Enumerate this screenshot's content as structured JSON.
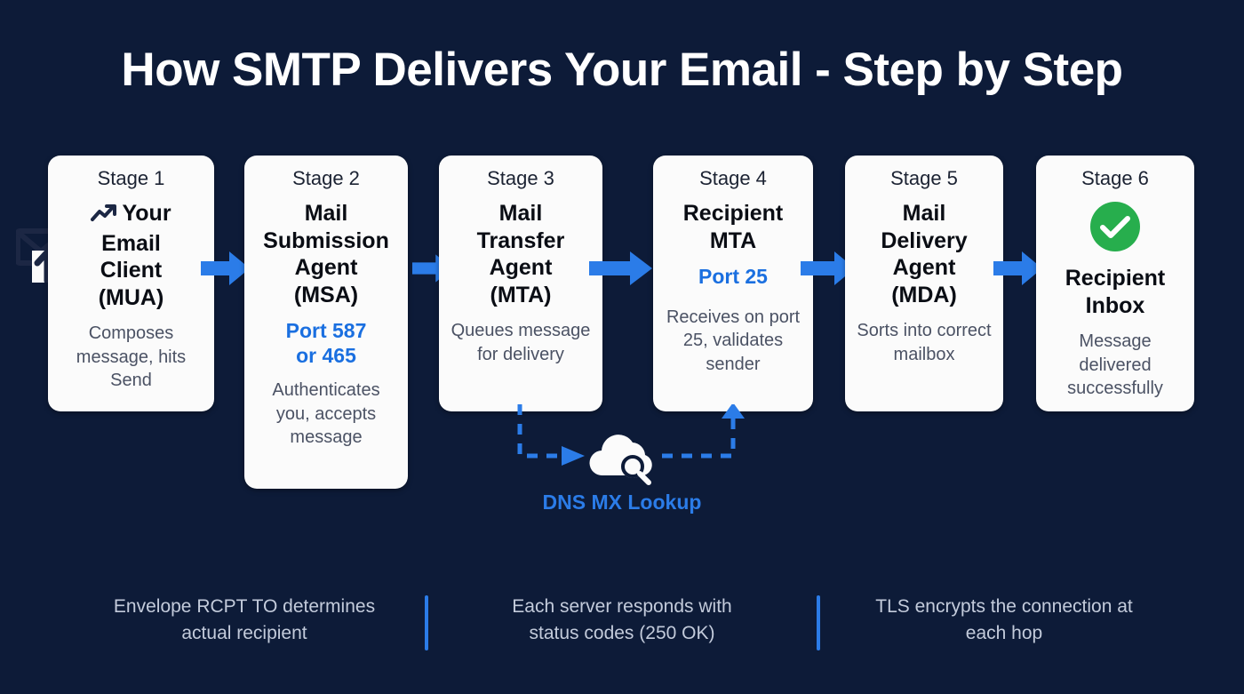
{
  "header": {
    "title": "How SMTP Delivers Your Email - Step by Step"
  },
  "colors": {
    "background": "#0d1b38",
    "card": "#fbfbfb",
    "accent_blue": "#2b7ce8",
    "port_blue": "#1a6fe0",
    "success_green": "#27ae4d",
    "navy_icon": "#1c2744",
    "note_text": "#c3cbdb"
  },
  "stages": [
    {
      "stage_label": "Stage 1",
      "title_lines": [
        "Your",
        "Email",
        "Client",
        "(MUA)"
      ],
      "icon": "trending-up-icon",
      "side_icon": "envelope-send-icon",
      "port": "",
      "description": "Composes message, hits Send"
    },
    {
      "stage_label": "Stage 2",
      "title_lines": [
        "Mail",
        "Submission",
        "Agent",
        "(MSA)"
      ],
      "icon": "",
      "port": "Port 587 or 465",
      "description": "Authenticates you, accepts message"
    },
    {
      "stage_label": "Stage 3",
      "title_lines": [
        "Mail",
        "Transfer",
        "Agent",
        "(MTA)"
      ],
      "icon": "",
      "port": "",
      "description": "Queues message for delivery"
    },
    {
      "stage_label": "Stage 4",
      "title_lines": [
        "Recipient",
        "MTA"
      ],
      "icon": "",
      "port": "Port 25",
      "description": "Receives on port 25, validates sender"
    },
    {
      "stage_label": "Stage 5",
      "title_lines": [
        "Mail",
        "Delivery",
        "Agent",
        "(MDA)"
      ],
      "icon": "",
      "port": "",
      "description": "Sorts into correct mailbox"
    },
    {
      "stage_label": "Stage 6",
      "title_lines": [
        "Recipient",
        "Inbox"
      ],
      "icon": "check-circle-icon",
      "port": "",
      "description": "Message delivered successfully"
    }
  ],
  "connectors": {
    "arrow_icon": "right-arrow-icon",
    "count": 5
  },
  "dns_branch": {
    "icon": "cloud-search-icon",
    "label": "DNS MX Lookup",
    "from_stage": "Stage 3",
    "to_stage": "Stage 4"
  },
  "footer_notes": [
    "Envelope RCPT TO determines actual recipient",
    "Each server responds with status codes (250 OK)",
    "TLS encrypts the connection at each hop"
  ],
  "chart_data": {
    "type": "diagram",
    "title": "How SMTP Delivers Your Email - Step by Step",
    "flow": [
      "Stage 1",
      "Stage 2",
      "Stage 3",
      "Stage 4",
      "Stage 5",
      "Stage 6"
    ],
    "branch": {
      "label": "DNS MX Lookup",
      "between": [
        "Stage 3",
        "Stage 4"
      ]
    }
  }
}
